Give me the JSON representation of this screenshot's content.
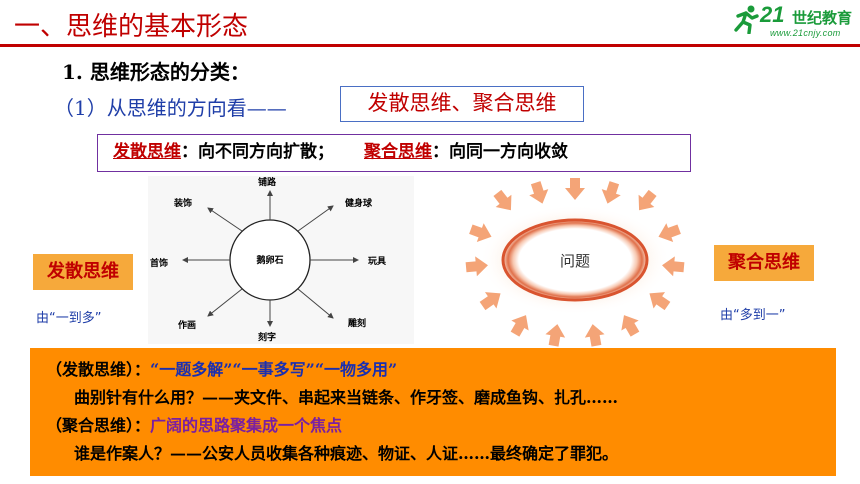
{
  "header": {
    "title": "一、思维的基本形态",
    "logo": {
      "number": "21",
      "name": "世纪教育",
      "url": "www.21cnjy.com"
    }
  },
  "section": {
    "heading": "1. 思维形态的分类：",
    "direction_prompt": "（1）从思维的方向看——",
    "direction_answer": "发散思维、聚合思维"
  },
  "definitions": {
    "divergent_term": "发散思维",
    "divergent_desc": "：向不同方向扩散；",
    "convergent_term": "聚合思维",
    "convergent_desc": "：向同一方向收敛"
  },
  "divergent_diagram": {
    "center": "鹅卵石",
    "spokes": [
      "铺路",
      "健身球",
      "玩具",
      "雕刻",
      "刻字",
      "作画",
      "首饰",
      "装饰"
    ]
  },
  "convergent_diagram": {
    "center": "问题"
  },
  "labels": {
    "divergent_tag": "发散思维",
    "divergent_caption": "由“一到多”",
    "convergent_tag": "聚合思维",
    "convergent_caption": "由“多到一”"
  },
  "examples": {
    "div_label": "（发散思维）：",
    "div_points": "“一题多解”“一事多写”“一物多用”",
    "div_example": "曲别针有什么用？——夹文件、串起来当链条、作牙签、磨成鱼钩、扎孔……",
    "conv_label": "（聚合思维）：",
    "conv_point": "广阔的思路聚集成一个焦点",
    "conv_example": "谁是作案人？——公安人员收集各种痕迹、物证、人证……最终确定了罪犯。"
  },
  "colors": {
    "title": "#c00000",
    "accent_orange": "#ff8c00",
    "tag_bg": "#f6a93b",
    "blue": "#1f3ea8"
  }
}
